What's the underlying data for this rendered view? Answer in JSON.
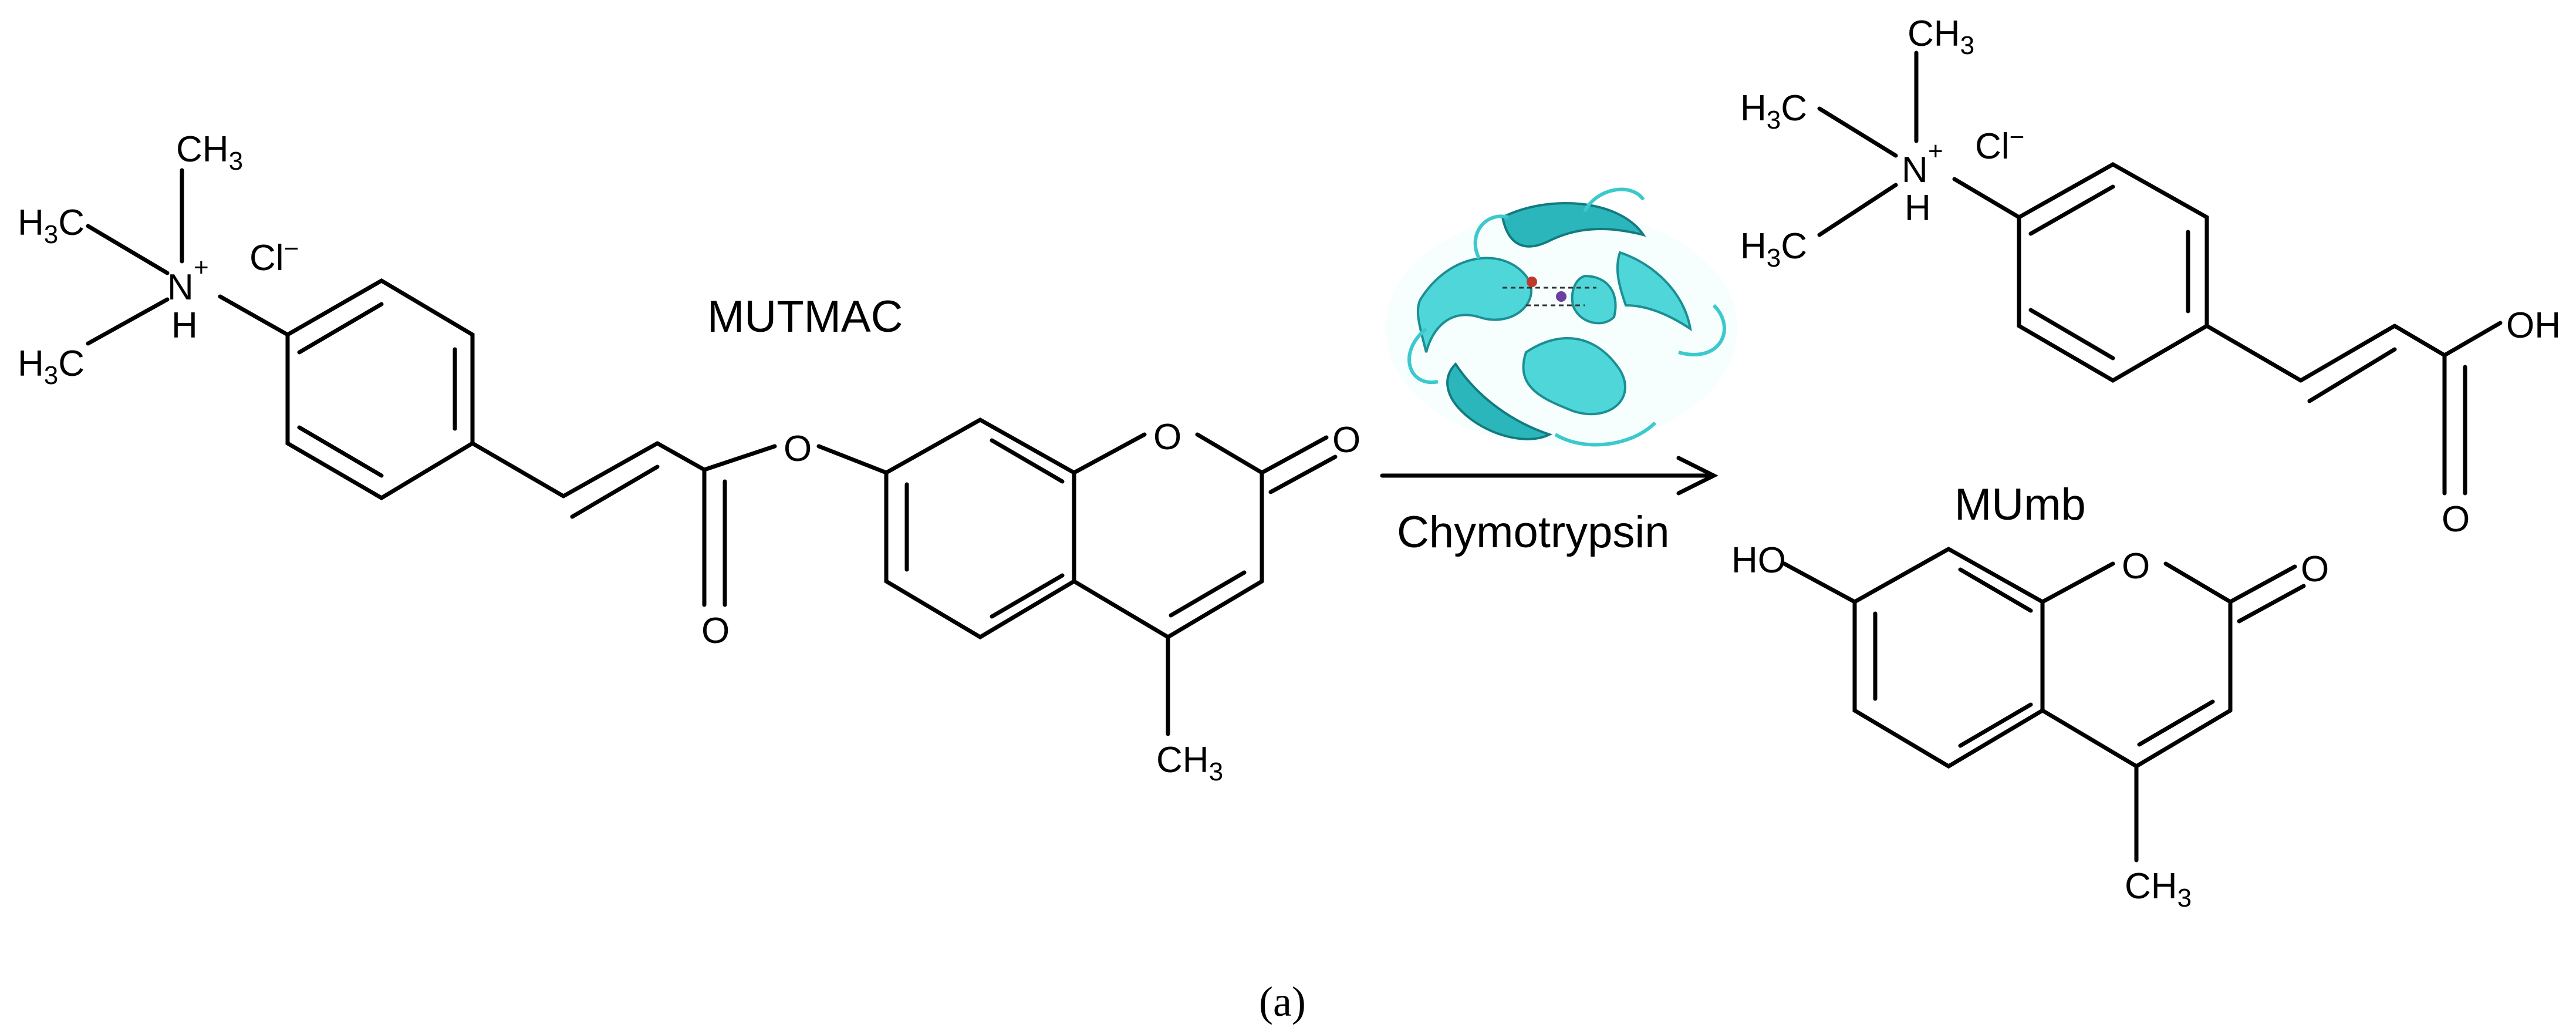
{
  "reactant": {
    "name": "MUTMAC",
    "methyl_top": "CH",
    "methyl_left_top": "H",
    "methyl_left_top_b": "C",
    "methyl_left_bottom": "H",
    "methyl_left_bottom_b": "C",
    "nitrogen": "N",
    "charge": "+",
    "n_hydrogen": "H",
    "chloride": "Cl",
    "chloride_charge": "−",
    "sub3": "3",
    "ester_o": "O",
    "carbonyl_o": "O",
    "ring_o": "O",
    "lactone_o": "O",
    "methyl_bottom": "CH"
  },
  "arrow": {
    "enzyme": "Chymotrypsin"
  },
  "product_acid": {
    "methyl_top": "CH",
    "methyl_left_top": "H",
    "methyl_left_top_b": "C",
    "methyl_left_bottom": "H",
    "methyl_left_bottom_b": "C",
    "nitrogen": "N",
    "charge": "+",
    "n_hydrogen": "H",
    "chloride": "Cl",
    "chloride_charge": "−",
    "sub3": "3",
    "hydroxyl": "OH",
    "carbonyl_o": "O"
  },
  "product_umb": {
    "name": "MUmb",
    "hydroxyl": "HO",
    "ring_o": "O",
    "lactone_o": "O",
    "methyl_bottom": "CH",
    "sub3": "3"
  },
  "panel_label": "(a)",
  "colors": {
    "protein": "#4fd6d8",
    "protein_dark": "#2ab6bb"
  }
}
